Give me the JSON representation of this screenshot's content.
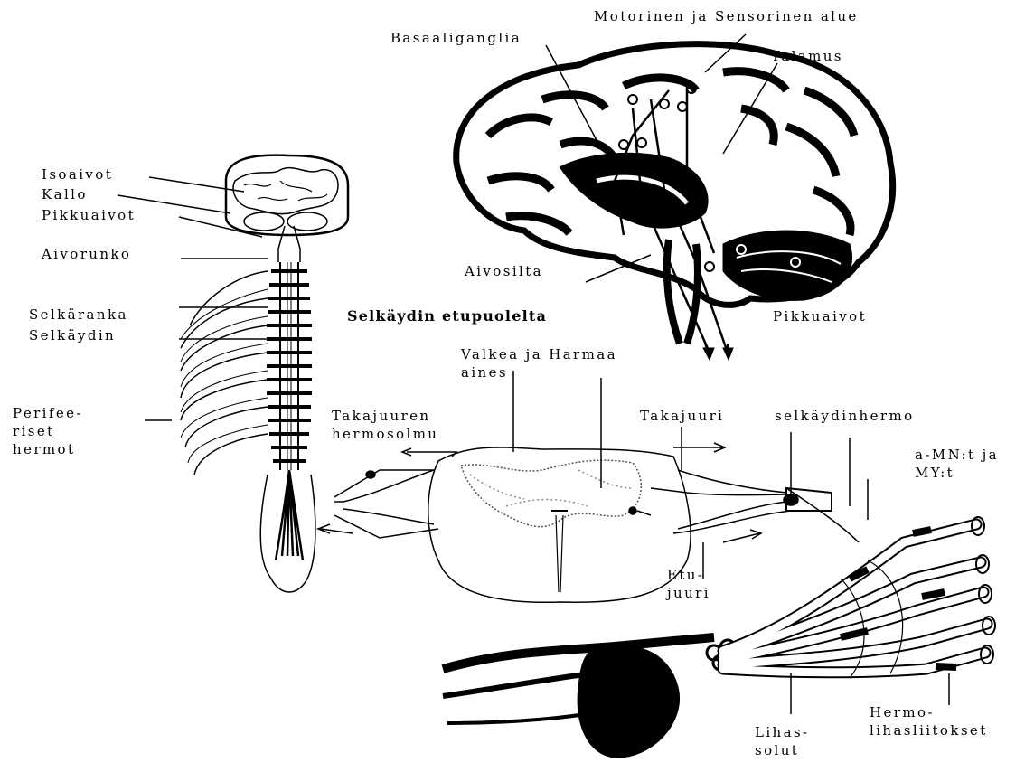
{
  "labels": {
    "motorinen": "Motorinen ja Sensorinen alue",
    "basaaliganglia": "Basaaliganglia",
    "talamus": "Talamus",
    "isoaivot": "Isoaivot",
    "kallo": "Kallo",
    "pikkuaivot_left": "Pikkuaivot",
    "aivorunko": "Aivorunko",
    "aivosilta": "Aivosilta",
    "selkaranka": "Selkäranka",
    "selkaydin": "Selkäydin",
    "selkaydin_etupuolelta": "Selkäydin etupuolelta",
    "pikkuaivot_right": "Pikkuaivot",
    "valkea_1": "Valkea ja Harmaa",
    "valkea_2": "aines",
    "perifee_1": "Perifee-",
    "perifee_2": "riset",
    "perifee_3": "hermot",
    "takajuuren_1": "Takajuuren",
    "takajuuren_2": "hermosolmu",
    "takajuuri": "Takajuuri",
    "selkaydinhermo": "selkäydinhermo",
    "amn_1": "a-MN:t ja",
    "amn_2": "MY:t",
    "etu_1": "Etu-",
    "etu_2": "juuri",
    "lihas_1": "Lihas-",
    "lihas_2": "solut",
    "hermo_1": "Hermo-",
    "hermo_2": "lihasliitokset"
  }
}
